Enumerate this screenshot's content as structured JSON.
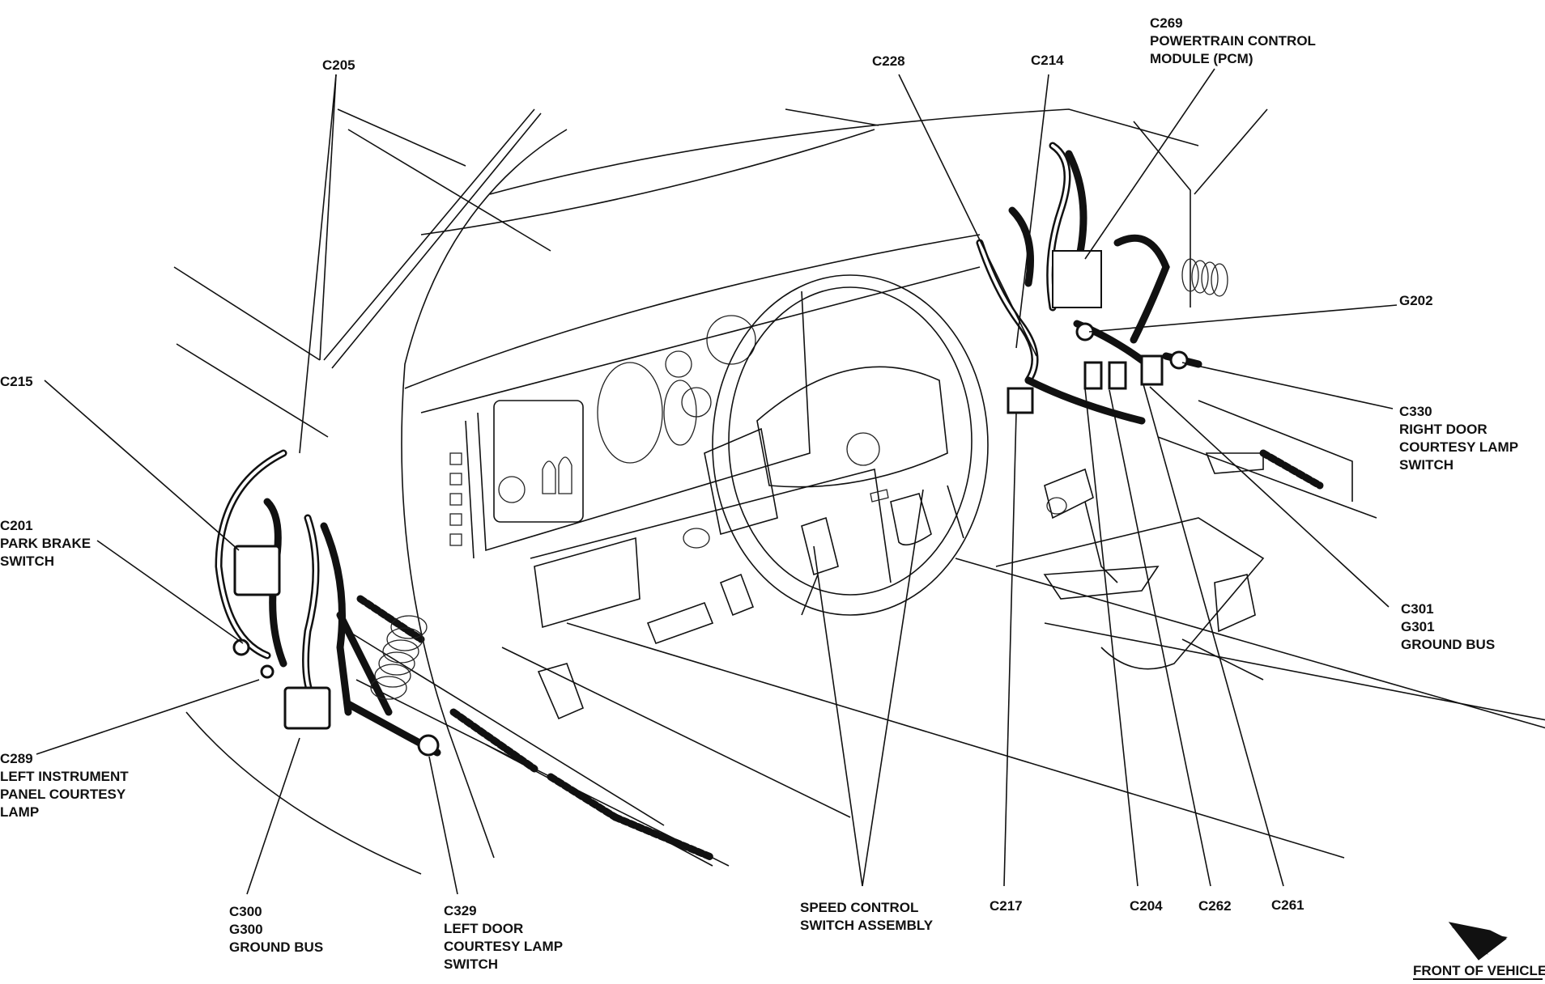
{
  "labels": {
    "c205": "C205",
    "c228": "C228",
    "c214": "C214",
    "c269_line1": "C269",
    "c269_line2": "POWERTRAIN CONTROL",
    "c269_line3": "MODULE (PCM)",
    "g202": "G202",
    "c215": "C215",
    "c201_line1": "C201",
    "c201_line2": "PARK BRAKE",
    "c201_line3": "SWITCH",
    "c330_line1": "C330",
    "c330_line2": "RIGHT DOOR",
    "c330_line3": "COURTESY LAMP",
    "c330_line4": "SWITCH",
    "c301_line1": "C301",
    "c301_line2": "G301",
    "c301_line3": "GROUND BUS",
    "c289_line1": "C289",
    "c289_line2": "LEFT INSTRUMENT",
    "c289_line3": "PANEL COURTESY",
    "c289_line4": "LAMP",
    "c300_line1": "C300",
    "c300_line2": "G300",
    "c300_line3": "GROUND BUS",
    "c329_line1": "C329",
    "c329_line2": "LEFT DOOR",
    "c329_line3": "COURTESY LAMP",
    "c329_line4": "SWITCH",
    "speed_line1": "SPEED CONTROL",
    "speed_line2": "SWITCH ASSEMBLY",
    "c217": "C217",
    "c204": "C204",
    "c262": "C262",
    "c261": "C261",
    "front": "FRONT OF VEHICLE"
  }
}
